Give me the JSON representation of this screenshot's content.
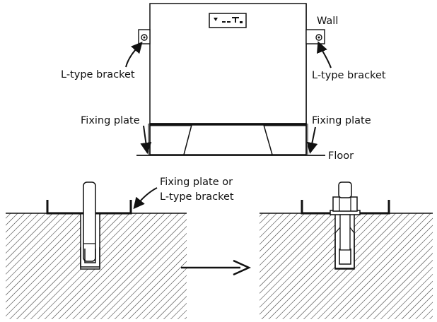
{
  "labels": {
    "wall": "Wall",
    "bracket_left": "L-type bracket",
    "bracket_right": "L-type bracket",
    "fixing_plate_left": "Fixing plate",
    "fixing_plate_right": "Fixing plate",
    "floor": "Floor",
    "callout_line1": "Fixing plate or",
    "callout_line2": "L-type bracket"
  },
  "colors": {
    "line": "#111111",
    "hatch": "#333333",
    "background": "#ffffff"
  },
  "icons": {
    "unit_display_panel": "control-panel-icon",
    "process_arrow": "right-arrow-icon"
  }
}
